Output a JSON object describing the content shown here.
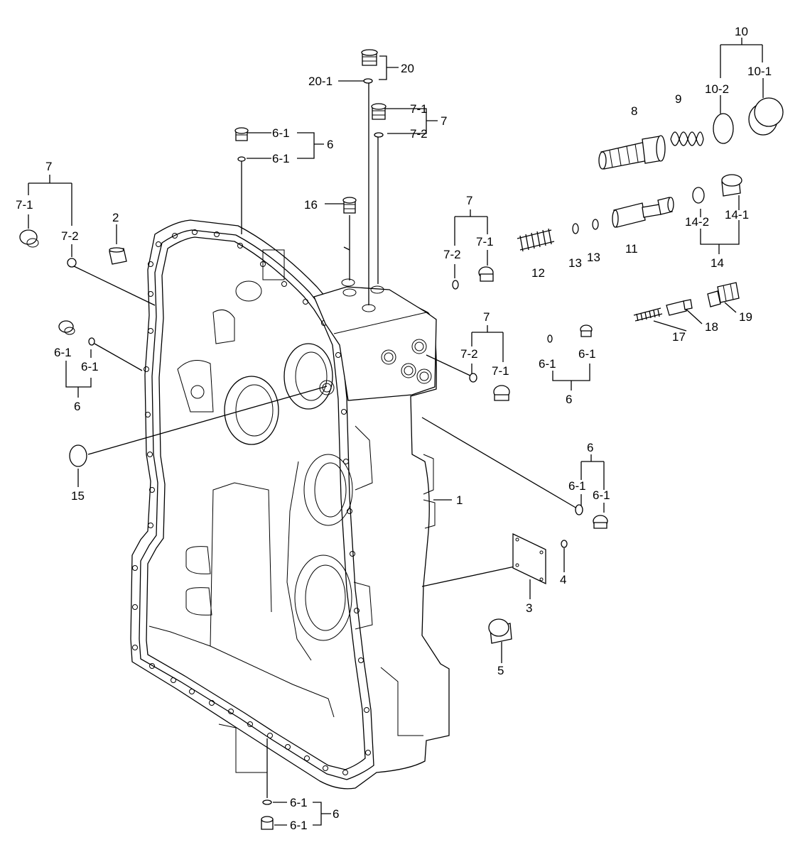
{
  "labels": {
    "l1": "1",
    "l2": "2",
    "l3": "3",
    "l4": "4",
    "l5": "5",
    "l6_a": "6",
    "l6_a1": "6-1",
    "l6_a2": "6-1",
    "l6_b": "6",
    "l6_b1": "6-1",
    "l6_b2": "6-1",
    "l6_c": "6",
    "l6_c1": "6-1",
    "l6_c2": "6-1",
    "l6_d": "6",
    "l6_d1": "6-1",
    "l6_d2": "6-1",
    "l6_e": "6",
    "l6_e1": "6-1",
    "l6_e2": "6-1",
    "l7_a": "7",
    "l7_a1": "7-1",
    "l7_a2": "7-2",
    "l7_b": "7",
    "l7_b1": "7-1",
    "l7_b2": "7-2",
    "l7_c": "7",
    "l7_c1": "7-1",
    "l7_c2": "7-2",
    "l7_d": "7",
    "l7_d1": "7-1",
    "l7_d2": "7-2",
    "l8": "8",
    "l9": "9",
    "l10": "10",
    "l10_1": "10-1",
    "l10_2": "10-2",
    "l11": "11",
    "l12": "12",
    "l13_a": "13",
    "l13_b": "13",
    "l14": "14",
    "l14_1": "14-1",
    "l14_2": "14-2",
    "l15": "15",
    "l16": "16",
    "l17": "17",
    "l18": "18",
    "l19": "19",
    "l20": "20",
    "l20_1": "20-1"
  }
}
